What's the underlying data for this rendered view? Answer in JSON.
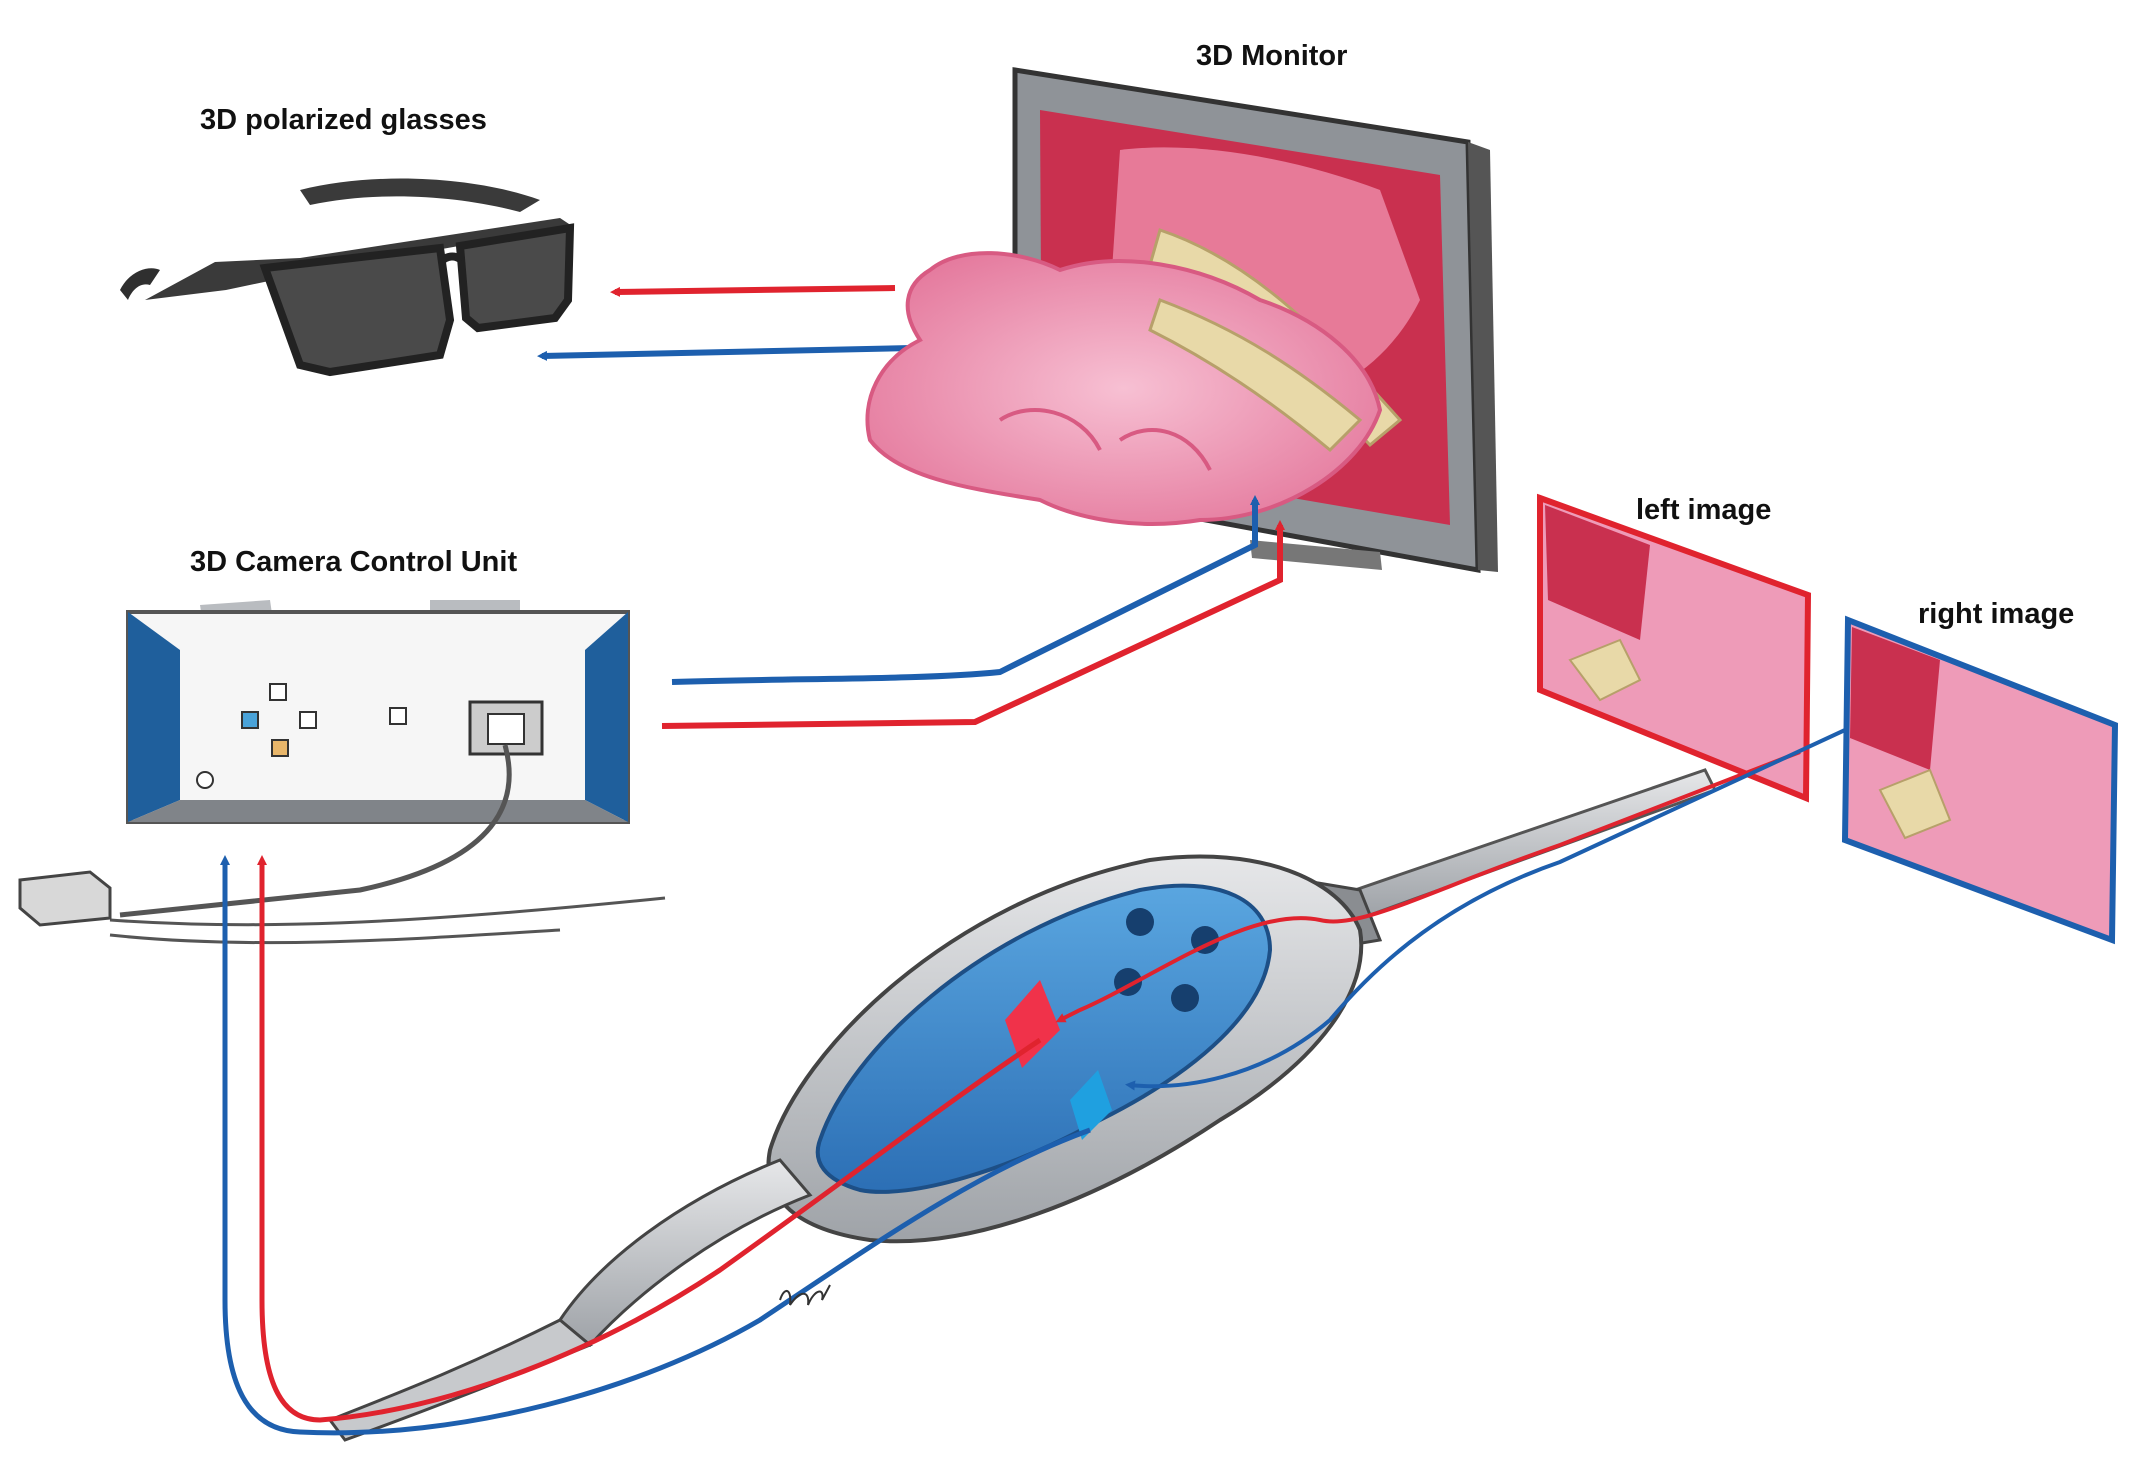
{
  "labels": {
    "glasses": "3D polarized glasses",
    "monitor": "3D Monitor",
    "camera_control_unit": "3D Camera Control Unit",
    "left_image": "left image",
    "right_image": "right image"
  },
  "colors": {
    "left_channel": "#e0232e",
    "right_channel": "#1d5fae",
    "tissue_pink": "#ef8fb0",
    "tissue_dark": "#c9304f",
    "bone": "#e8d9a8",
    "device_grey": "#b9bcc0",
    "handle_blue": "#3a8bd0",
    "frame_grey": "#9a9ea3"
  },
  "icons": {
    "glasses": "polarized-glasses-icon",
    "monitor": "3d-monitor-icon",
    "ccu": "camera-control-unit-icon",
    "endoscope": "3d-endoscope-icon",
    "signature": "artist-signature"
  }
}
